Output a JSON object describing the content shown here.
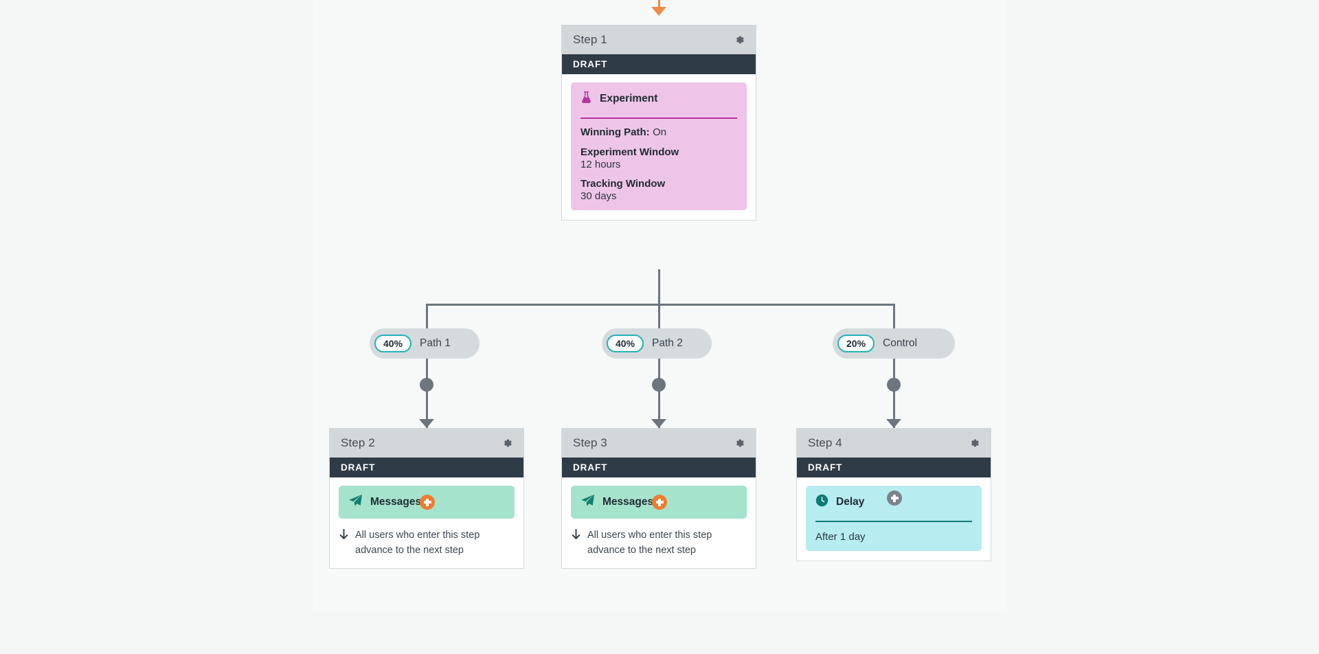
{
  "canvas": {
    "background": "#f7f9f9",
    "page_background": "#f4f6f6"
  },
  "colors": {
    "connector": "#6d757d",
    "entry_arrow": "#ed8b45",
    "add_button_active": "#ee7d2d",
    "add_button_disabled": "#7b838a",
    "status_bar": "#2f3c47",
    "step_header": "#d2d7da",
    "experiment_tile": "#eec5e8",
    "experiment_accent": "#b4369f",
    "messages_tile": "#a6e3cd",
    "messages_accent": "#127f6f",
    "delay_tile": "#b7ecf1",
    "delay_accent": "#0f7a76",
    "percent_chip_border": "#20b2bb"
  },
  "steps": [
    {
      "id": "step-1",
      "title": "Step 1",
      "status": "DRAFT",
      "gear_icon": "gear-icon",
      "tile": {
        "kind": "experiment",
        "icon": "flask-icon",
        "name": "Experiment",
        "rows": [
          {
            "label": "Winning Path:",
            "value": "On",
            "inline": true
          },
          {
            "label": "Experiment Window",
            "value": "12 hours",
            "inline": false
          },
          {
            "label": "Tracking Window",
            "value": "30 days",
            "inline": false
          }
        ]
      },
      "add_button": null
    },
    {
      "id": "step-2",
      "title": "Step 2",
      "status": "DRAFT",
      "gear_icon": "gear-icon",
      "tile": {
        "kind": "messages",
        "icon": "paper-plane-icon",
        "name": "Messages"
      },
      "advance_note": "All users who enter this step advance to the next step",
      "advance_icon": "arrow-down-icon",
      "add_button": {
        "style": "orange",
        "icon": "plus-icon"
      }
    },
    {
      "id": "step-3",
      "title": "Step 3",
      "status": "DRAFT",
      "gear_icon": "gear-icon",
      "tile": {
        "kind": "messages",
        "icon": "paper-plane-icon",
        "name": "Messages"
      },
      "advance_note": "All users who enter this step advance to the next step",
      "advance_icon": "arrow-down-icon",
      "add_button": {
        "style": "orange",
        "icon": "plus-icon"
      }
    },
    {
      "id": "step-4",
      "title": "Step 4",
      "status": "DRAFT",
      "gear_icon": "gear-icon",
      "tile": {
        "kind": "delay",
        "icon": "clock-icon",
        "name": "Delay",
        "value": "After 1 day"
      },
      "add_button": {
        "style": "gray",
        "icon": "plus-icon"
      }
    }
  ],
  "branches": [
    {
      "id": "branch-path-1",
      "percent": "40%",
      "name": "Path 1"
    },
    {
      "id": "branch-path-2",
      "percent": "40%",
      "name": "Path 2"
    },
    {
      "id": "branch-control",
      "percent": "20%",
      "name": "Control"
    }
  ]
}
